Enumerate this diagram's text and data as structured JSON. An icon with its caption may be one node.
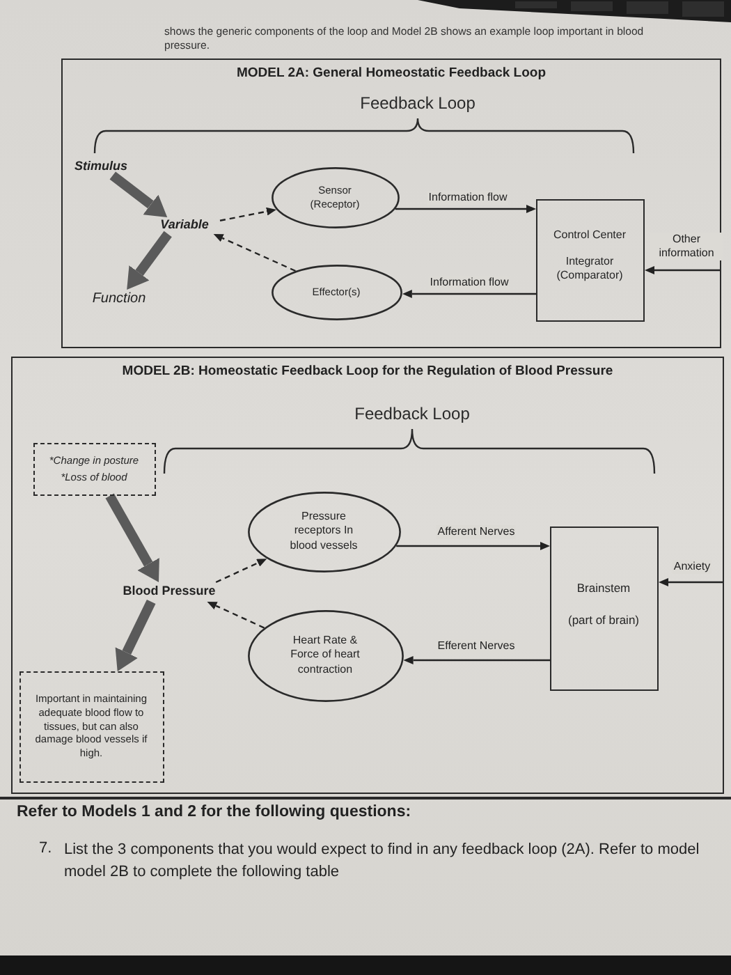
{
  "diagram": {
    "nodes": [
      {
        "text": [
          "MODEL 2A: General Homeostatic Feedback Loop"
        ]
      },
      {
        "text": [
          "Stimulus"
        ],
        "in": 0
      },
      {
        "text": [
          "Variable"
        ],
        "in": 0
      },
      {
        "text": [
          "Function"
        ],
        "in": 0
      },
      {
        "text": [
          "Sensor (Receptor)"
        ],
        "in": 0
      },
      {
        "text": [
          "Control Center",
          "Integrator (Comparator)"
        ],
        "in": 0
      },
      {
        "text": [
          "Effector(s)"
        ],
        "in": 0
      },
      {
        "text": [
          "MODEL 2B: Homeostatic Feedback Loop for the Regulation of Blood Pressure"
        ]
      },
      {
        "text": [
          "*Change in posture",
          "*Loss of blood"
        ],
        "in": 7
      },
      {
        "text": [
          "Blood Pressure"
        ],
        "in": 7
      },
      {
        "text": [
          "Important in maintaining adequate blood flow to tissues, but can also damage blood vessels if high."
        ],
        "in": 7
      },
      {
        "text": [
          "Pressure receptors In blood vessels"
        ],
        "in": 7
      },
      {
        "text": [
          "Brainstem",
          "(part of brain)"
        ],
        "in": 7
      },
      {
        "text": [
          "Heart Rate & Force of heart contraction"
        ],
        "in": 7
      }
    ],
    "edges": [
      {
        "from": 1,
        "to": 2,
        "arrow": "to",
        "style": "thick",
        "color": "#5a5a5a"
      },
      {
        "from": 2,
        "to": 3,
        "arrow": "to",
        "style": "thick",
        "color": "#5a5a5a"
      },
      {
        "from": 2,
        "to": 4,
        "arrow": "to",
        "style": "dashed"
      },
      {
        "from": 4,
        "to": 5,
        "arrow": "to",
        "label": "Information flow"
      },
      {
        "from": 5,
        "to": 6,
        "arrow": "to",
        "label": "Information flow"
      },
      {
        "from": 6,
        "to": 2,
        "arrow": "to",
        "style": "dashed"
      },
      {
        "from": null,
        "to": 5,
        "arrow": "to",
        "label": "Other information"
      },
      {
        "from": 8,
        "to": 9,
        "arrow": "to",
        "style": "thick",
        "color": "#5a5a5a"
      },
      {
        "from": 9,
        "to": 10,
        "arrow": "to",
        "style": "thick",
        "color": "#5a5a5a"
      },
      {
        "from": 9,
        "to": 11,
        "arrow": "to",
        "style": "dashed"
      },
      {
        "from": 11,
        "to": 12,
        "arrow": "to",
        "label": "Afferent Nerves"
      },
      {
        "from": 12,
        "to": 13,
        "arrow": "to",
        "label": "Efferent Nerves"
      },
      {
        "from": 13,
        "to": 9,
        "arrow": "to",
        "style": "dashed"
      },
      {
        "from": null,
        "to": 12,
        "arrow": "to",
        "label": "Anxiety"
      }
    ],
    "labels": [
      "shows the generic components of the loop and Model 2B shows an example loop important in blood pressure.",
      "Feedback Loop",
      "Feedback Loop",
      "Refer to Models 1 and 2 for the following questions:",
      "7.",
      "List the 3 components that you would expect to find in any feedback loop (2A). Refer to model model 2B to complete the following table"
    ]
  }
}
